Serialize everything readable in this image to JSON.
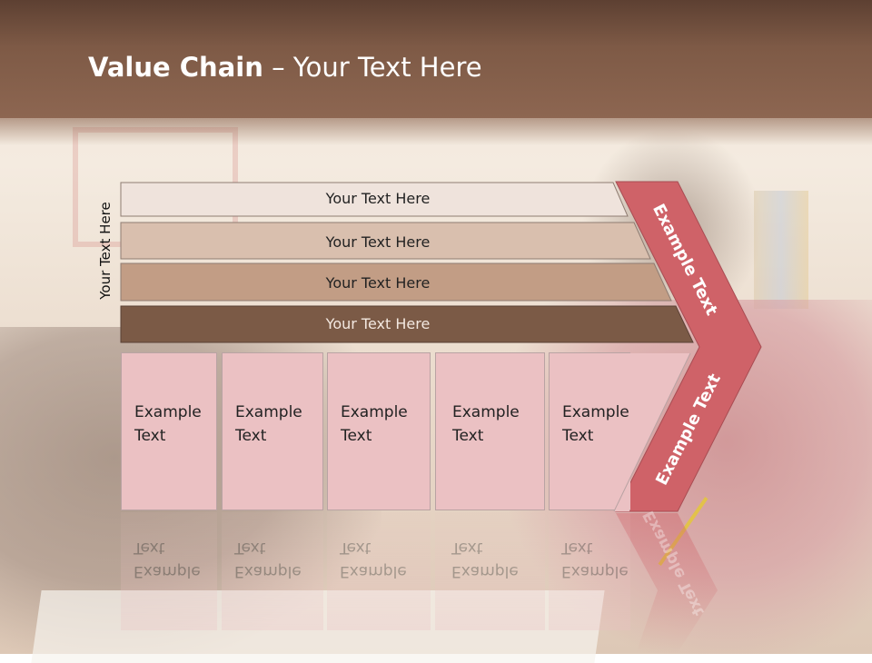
{
  "colors": {
    "title_band": "#7e5a46",
    "row1": "#efe3dc",
    "row2": "#d9bfae",
    "row3": "#c29d85",
    "row4": "#7b5a46",
    "box_fill": "#ebc1c3",
    "chevron": "#cf6268"
  },
  "slide": {
    "title_bold": "Value Chain",
    "title_rest": " – Your Text Here",
    "side_label": "Your Text Here"
  },
  "rows": [
    {
      "label": "Your Text Here"
    },
    {
      "label": "Your Text Here"
    },
    {
      "label": "Your Text Here"
    },
    {
      "label": "Your Text Here"
    }
  ],
  "boxes": [
    {
      "line1": "Example",
      "line2": "Text"
    },
    {
      "line1": "Example",
      "line2": "Text"
    },
    {
      "line1": "Example",
      "line2": "Text"
    },
    {
      "line1": "Example",
      "line2": "Text"
    },
    {
      "line1": "Example",
      "line2": "Text"
    }
  ],
  "chevron": {
    "upper_text": "Example Text",
    "lower_text": "Example Text"
  }
}
